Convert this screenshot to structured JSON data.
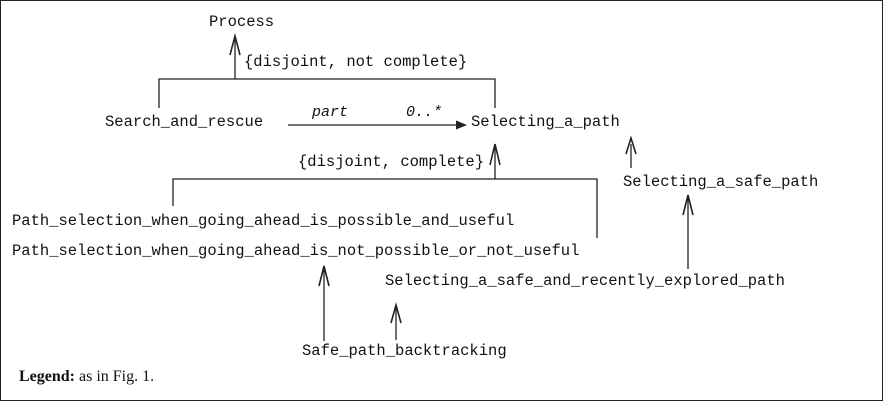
{
  "nodes": {
    "process": "Process",
    "search_and_rescue": "Search_and_rescue",
    "selecting_a_path": "Selecting_a_path",
    "selecting_a_safe_path": "Selecting_a_safe_path",
    "path_ahead_possible": "Path_selection_when_going_ahead_is_possible_and_useful",
    "path_ahead_not_possible": "Path_selection_when_going_ahead_is_not_possible_or_not_useful",
    "safe_recently_explored": "Selecting_a_safe_and_recently_explored_path",
    "safe_path_backtracking": "Safe_path_backtracking"
  },
  "constraints": {
    "top": "{disjoint, not complete}",
    "middle": "{disjoint, complete}"
  },
  "relation": {
    "label": "part",
    "cardinality": "0..*"
  },
  "legend": {
    "bold": "Legend:",
    "text": " as in Fig. 1."
  }
}
